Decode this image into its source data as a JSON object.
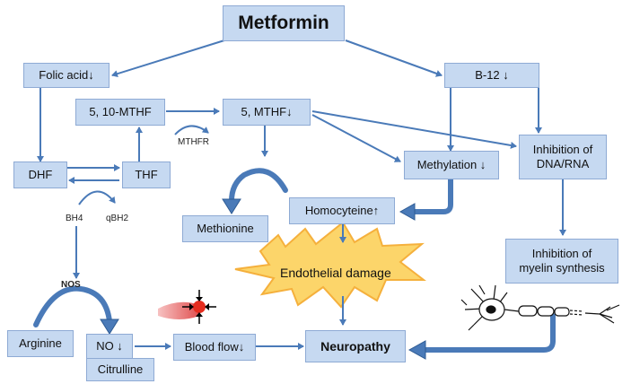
{
  "nodes": {
    "metformin": "Metformin",
    "folic_acid": "Folic acid↓",
    "b12": "B-12 ↓",
    "mthf_5_10": "5, 10-MTHF",
    "mthf_5": "5, MTHF↓",
    "dhf": "DHF",
    "thf": "THF",
    "methylation": "Methylation ↓",
    "inhibition_dna_rna": "Inhibition of\nDNA/RNA",
    "methionine": "Methionine",
    "homocysteine": "Homocyteine↑",
    "endothelial_damage": "Endothelial damage",
    "inhibition_myelin": "Inhibition of\nmyelin synthesis",
    "arginine": "Arginine",
    "no": "NO ↓",
    "citrulline": "Citrulline",
    "blood_flow": "Blood flow↓",
    "neuropathy": "Neuropathy"
  },
  "labels": {
    "mthfr": "MTHFR",
    "bh4": "BH4",
    "qbh2": "qBH2",
    "nos": "NOS"
  },
  "colors": {
    "box_fill": "#c6d9f1",
    "box_border": "#8eaad4",
    "arrow": "#4a7ab8",
    "burst_fill": "#fcd56a",
    "burst_stroke": "#f5b03c"
  },
  "icons": [
    "vessel-clot-icon",
    "neuron-icon"
  ]
}
